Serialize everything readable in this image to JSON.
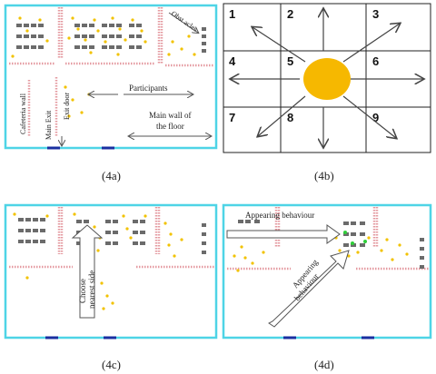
{
  "figure": {
    "panels": [
      {
        "id": "4a",
        "caption": "(4a)",
        "labels": {
          "obstacles": "Obst acles",
          "participants": "Participants",
          "cafeteria_wall": "Cafeteria wall",
          "exit_door": "Exit door",
          "main_exit": "Main Exit",
          "main_wall_line1": "Main wall of",
          "main_wall_line2": "the floor"
        }
      },
      {
        "id": "4b",
        "caption": "(4b)",
        "cells": [
          "1",
          "2",
          "3",
          "4",
          "5",
          "6",
          "7",
          "8",
          "9"
        ],
        "agent_color": "#f6b800"
      },
      {
        "id": "4c",
        "caption": "(4c)",
        "labels": {
          "choose_nearest_side_line1": "Choose",
          "choose_nearest_side_line2": "nearest side"
        }
      },
      {
        "id": "4d",
        "caption": "(4d)",
        "labels": {
          "appearing_behaviour_top": "Appearing behaviour",
          "appearing_behaviour_diag_line1": "Appearing",
          "appearing_behaviour_diag_line2": "behaviour"
        }
      }
    ],
    "colors": {
      "floor_border": "#4ed4e6",
      "inner_wall": "#e49aa0",
      "exit": "#1a2fa0",
      "participant": "#f2c200",
      "obstacle": "#6b6b6b",
      "green_agent": "#2fcf3a"
    }
  }
}
